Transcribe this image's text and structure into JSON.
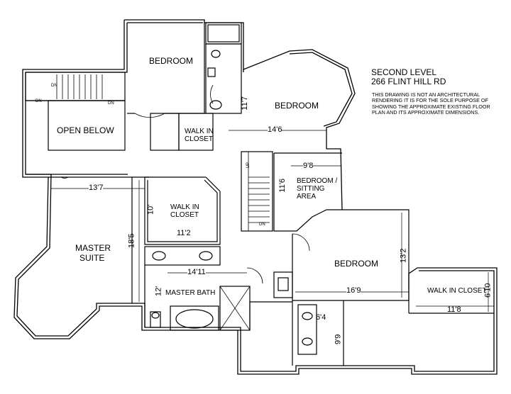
{
  "header": {
    "level": "SECOND LEVEL",
    "address": "266 FLINT HILL RD",
    "disclaimer": "THIS DRAWING IS NOT AN ARCHITECTURAL RENDERING IT IS FOR THE SOLE PURPOSE OF SHOWING THE APPROXIMATE EXISTING FLOOR PLAN AND ITS APPROXIMATE DIMENSIONS."
  },
  "rooms": {
    "bedroom_top": "BEDROOM",
    "bedroom_octagon": "BEDROOM",
    "open_below": "OPEN BELOW",
    "walk_in_closet_small_1": "WALK IN",
    "walk_in_closet_small_2": "CLOSET",
    "bedroom_sitting_1": "BEDROOM /",
    "bedroom_sitting_2": "SITTING",
    "bedroom_sitting_3": "AREA",
    "master_closet_1": "WALK IN",
    "master_closet_2": "CLOSET",
    "master_suite_1": "MASTER",
    "master_suite_2": "SUITE",
    "master_bath": "MASTER BATH",
    "bedroom_right": "BEDROOM",
    "walk_in_closet_right": "WALK IN CLOSET"
  },
  "dimensions": {
    "d_11_7": "11'7",
    "d_14_6": "14'6",
    "d_9_8": "9'8",
    "d_11_6": "11'6",
    "d_13_7": "13'7",
    "d_10": "10'",
    "d_11_2": "11'2",
    "d_18_5": "18'5",
    "d_14_11": "14'11",
    "d_12": "12'",
    "d_13_2": "13'2",
    "d_16_9": "16'9",
    "d_6_10": "6'10",
    "d_11_8": "11'8",
    "d_6_4": "6'4",
    "d_9_9": "9'9"
  },
  "stairs": {
    "dn_1": "DN",
    "dn_2": "DN",
    "dn_3": "DN",
    "up": "UP",
    "dn_4": "DN"
  }
}
